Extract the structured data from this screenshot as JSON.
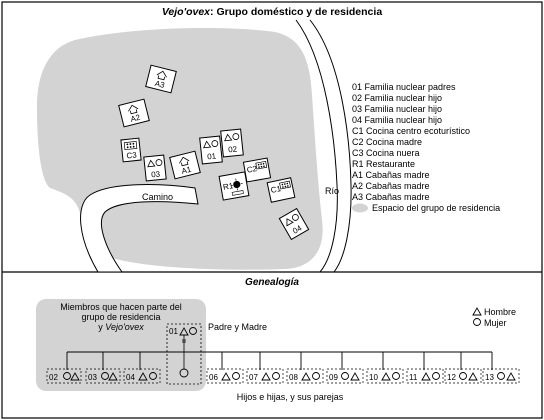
{
  "title": {
    "italic": "Vejo'ovex",
    "rest": ": Grupo doméstico y de residencia"
  },
  "map": {
    "camino_label": "Camino",
    "rio_label": "Río",
    "buildings": [
      {
        "code": "A3",
        "kind": "cabana"
      },
      {
        "code": "A2",
        "kind": "cabana"
      },
      {
        "code": "C3",
        "kind": "cocina"
      },
      {
        "code": "03",
        "kind": "familia"
      },
      {
        "code": "A1",
        "kind": "cabana"
      },
      {
        "code": "01",
        "kind": "familia"
      },
      {
        "code": "02",
        "kind": "familia"
      },
      {
        "code": "R1",
        "kind": "restaurante"
      },
      {
        "code": "C2",
        "kind": "cocina"
      },
      {
        "code": "C1",
        "kind": "cocina"
      },
      {
        "code": "04",
        "kind": "familia"
      }
    ],
    "legend": [
      "01 Familia nuclear padres",
      "02 Familia nuclear hijo",
      "03 Familia nuclear hijo",
      "04 Familia nuclear hijo",
      "C1 Cocina centro ecoturístico",
      "C2 Cocina madre",
      "C3 Cocina nuera",
      "R1 Restaurante",
      "A1 Cabañas madre",
      "A2 Cabañas madre",
      "A3 Cabañas madre"
    ],
    "legend_area_label": "Espacio del grupo de residencia",
    "colors": {
      "residence_area": "#d3d3d3",
      "line": "#000000"
    }
  },
  "genealogia": {
    "title": "Genealogía",
    "members_box": {
      "line1": "Miembros que hacen parte del",
      "line2": "grupo de residencia",
      "line3_pre": "y ",
      "line3_italic": "Vejo'ovex"
    },
    "hombre_label": "Hombre",
    "mujer_label": "Mujer",
    "parents_code": "01",
    "parents_label": "Padre y Madre",
    "children_label": "Hijos e hijas, y sus parejas",
    "in_residence": [
      {
        "code": "02",
        "order": "circle-triangle"
      },
      {
        "code": "03",
        "order": "circle-triangle"
      },
      {
        "code": "04",
        "order": "triangle-circle"
      }
    ],
    "others": [
      {
        "code": "06",
        "order": "triangle-circle"
      },
      {
        "code": "07",
        "order": "triangle-circle"
      },
      {
        "code": "08",
        "order": "triangle-circle"
      },
      {
        "code": "09",
        "order": "circle-triangle"
      },
      {
        "code": "10",
        "order": "triangle-circle"
      },
      {
        "code": "11",
        "order": "triangle-circle"
      },
      {
        "code": "12",
        "order": "circle-triangle"
      },
      {
        "code": "13",
        "order": "circle-triangle"
      }
    ]
  }
}
